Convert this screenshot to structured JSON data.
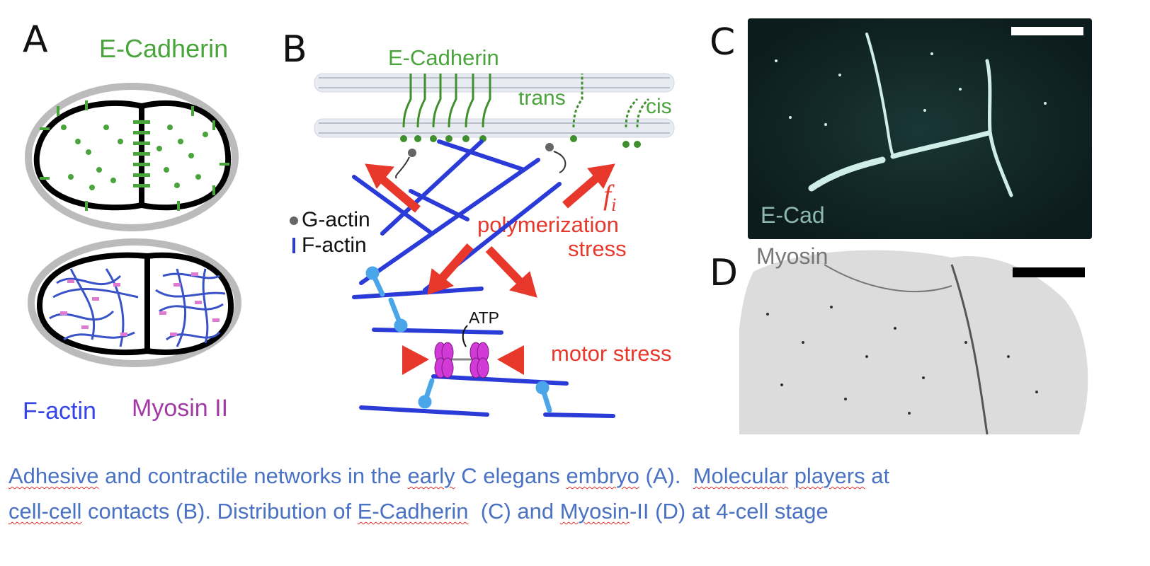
{
  "panels": {
    "a": {
      "letter": "A",
      "label_top": "E-Cadherin",
      "label_factin": "F-actin",
      "label_myosin": "Myosin II"
    },
    "b": {
      "letter": "B",
      "label_ecadherin": "E-Cadherin",
      "label_trans": "trans",
      "label_cis": "cis",
      "legend_gactin": "G-actin",
      "legend_factin": "F-actin",
      "label_fi": "f",
      "label_fi_sub": "i",
      "label_polymerization": "polymerization",
      "label_stress": "stress",
      "label_atp": "ATP",
      "label_motor_stress": "motor stress"
    },
    "c": {
      "letter": "C",
      "label": "E-Cad"
    },
    "d": {
      "letter": "D",
      "label": "Myosin"
    }
  },
  "caption": {
    "line1": [
      {
        "t": "Adhesive",
        "sq": true
      },
      {
        "t": " and contractile networks in the ",
        "sq": false
      },
      {
        "t": "early",
        "sq": true
      },
      {
        "t": " C elegans ",
        "sq": false
      },
      {
        "t": "embryo",
        "sq": true
      },
      {
        "t": " (A).  ",
        "sq": false
      },
      {
        "t": "Molecular",
        "sq": true
      },
      {
        "t": " ",
        "sq": false
      },
      {
        "t": "players",
        "sq": true
      },
      {
        "t": " at",
        "sq": false
      }
    ],
    "line2": [
      {
        "t": "cell-cell",
        "sq": true
      },
      {
        "t": " contacts (B). Distribution of ",
        "sq": false
      },
      {
        "t": "E-Cadherin",
        "sq": true
      },
      {
        "t": "  (C) and ",
        "sq": false
      },
      {
        "t": "Myosin",
        "sq": true
      },
      {
        "t": "-II (D) at 4-cell stage",
        "sq": false
      }
    ]
  },
  "colors": {
    "green": "#4aa43c",
    "actin_blue": "#2a3bd8",
    "light_blue": "#4aa6e8",
    "red": "#e8382c",
    "myosin_magenta": "#d13ad6",
    "caption_blue": "#4a72c4"
  }
}
